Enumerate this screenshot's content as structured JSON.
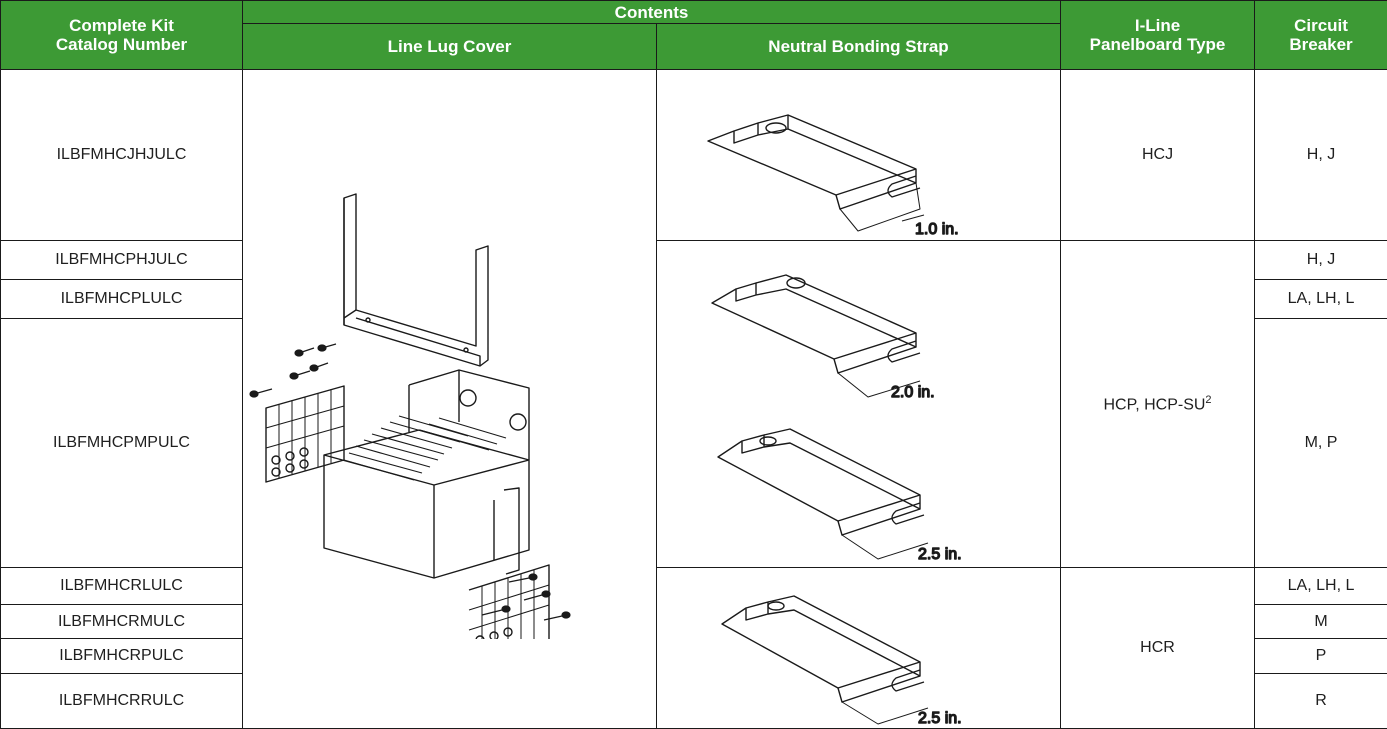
{
  "header": {
    "catalog": "Complete Kit\nCatalog Number",
    "contents": "Contents",
    "line_lug_cover": "Line Lug Cover",
    "neutral_bonding_strap": "Neutral Bonding Strap",
    "panelboard_type": "I-Line\nPanelboard Type",
    "circuit_breaker": "Circuit\nBreaker"
  },
  "rows": [
    {
      "catalog": "ILBFMHCJHJULC",
      "breaker": "H, J"
    },
    {
      "catalog": "ILBFMHCPHJULC",
      "breaker": "H, J"
    },
    {
      "catalog": "ILBFMHCPLULC",
      "breaker": "LA, LH, L"
    },
    {
      "catalog": "ILBFMHCPMPULC",
      "breaker": "M, P"
    },
    {
      "catalog": "ILBFMHCRLULC",
      "breaker": "LA, LH, L"
    },
    {
      "catalog": "ILBFMHCRMULC",
      "breaker": "M"
    },
    {
      "catalog": "ILBFMHCRPULC",
      "breaker": "P"
    },
    {
      "catalog": "ILBFMHCRRULC",
      "breaker": "R"
    }
  ],
  "panelboard_groups": [
    {
      "label": "HCJ"
    },
    {
      "label": "HCP, HCP-SU",
      "footnote": "2"
    },
    {
      "label": "HCR"
    }
  ],
  "strap_dimensions": {
    "hcj": "1.0 in.",
    "hcp_short": "2.0 in.",
    "hcp_long": "2.5 in.",
    "hcr": "2.5 in."
  },
  "colors": {
    "header_bg": "#3d9a35",
    "header_text": "#ffffff",
    "catalog_text": "#6b6b6b"
  }
}
